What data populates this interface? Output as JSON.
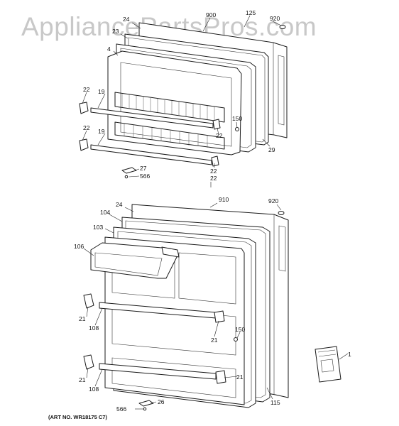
{
  "watermark": "AppliancePartsPros.com",
  "caption": "(ART NO. WR18175 C7)",
  "callouts": {
    "top": {
      "c24": "24",
      "c900": "900",
      "c125": "125",
      "c920": "920",
      "c23": "23",
      "c4": "4",
      "c22a": "22",
      "c19a": "19",
      "c150": "150",
      "c22b": "22",
      "c22c": "22",
      "c19b": "19",
      "c29": "29",
      "c22d": "22",
      "c27": "27",
      "c566": "566"
    },
    "bottom": {
      "c22": "22",
      "c910": "910",
      "c24": "24",
      "c920": "920",
      "c104": "104",
      "c103": "103",
      "c106": "106",
      "c21a": "21",
      "c108a": "108",
      "c21b": "21",
      "c150": "150",
      "c21c": "21",
      "c108b": "108",
      "c21d": "21",
      "c1": "1",
      "c115": "115",
      "c26": "26",
      "c566": "566"
    }
  }
}
